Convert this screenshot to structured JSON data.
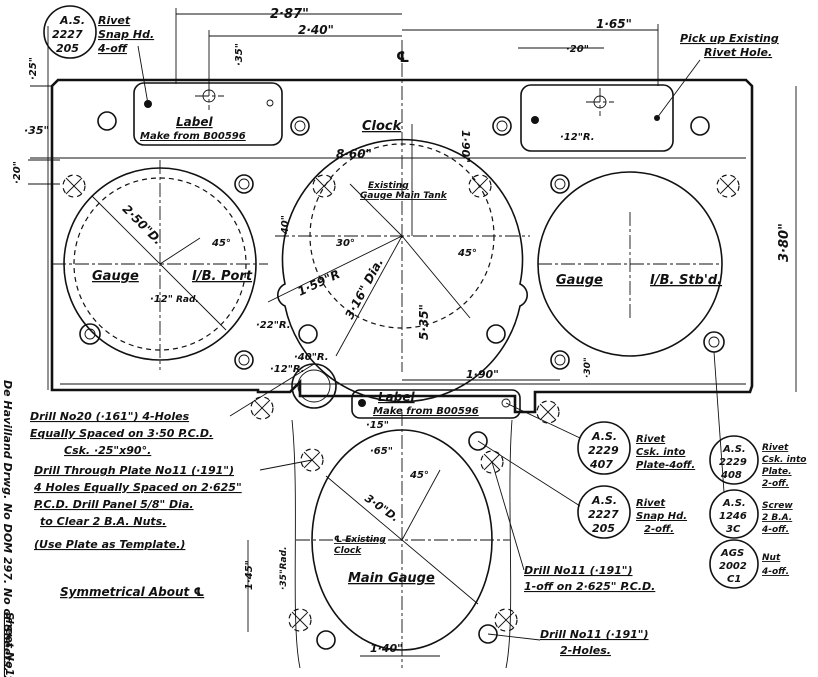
{
  "colors": {
    "ink": "#111111",
    "paper": "#ffffff"
  },
  "dims": {
    "top_overall": "2·87\"",
    "top_inner": "2·40\"",
    "top_right": "1·65\"",
    "top_right_small": "·20\"",
    "left_35_top": "·35\"",
    "left_25": "·25\"",
    "left_35": "·35\"",
    "left_20": "·20\"",
    "label_12r": "·12\"R.",
    "clock_860": "8·60\"",
    "clock_190": "1·90\"",
    "gauge_250d": "2·50\"D.",
    "gauge_45": "45°",
    "gauge_12": "·12\"",
    "gauge_rad": "Rad.",
    "clock_40": "·40\"",
    "clock_30": "30°",
    "clock_45": "45°",
    "radius_159": "1·59\"R",
    "dia_316": "3·16\" Dia.",
    "clock_535": "5·35\"",
    "right_380": "3·80\"",
    "r22": "·22\"R.",
    "r40": "·40\"R.",
    "r12": "·12\"R.",
    "bottom_190": "1·90\"",
    "right_30": "·30\"",
    "main_15": "·15\"",
    "main_65": "·65\"",
    "main_45": "45°",
    "main_30d": "3·0\"D.",
    "main_145": "1·45\"",
    "main_35rad": "·35\"Rad.",
    "main_140": "1·40\""
  },
  "labels": {
    "as_top": [
      "A.S.",
      "2227",
      "205"
    ],
    "rivet_top": [
      "Rivet",
      "Snap Hd.",
      "4-off"
    ],
    "pickup": [
      "Pick up Existing",
      "Rivet Hole."
    ],
    "label_top_1": "Label",
    "label_top_2": "Make from B00596",
    "clock": "Clock",
    "existing_gauge": [
      "Existing",
      "Gauge Main Tank"
    ],
    "gauge_left": "Gauge",
    "port": "I/B. Port",
    "gauge_right": "Gauge",
    "stbd": "I/B. Stb'd.",
    "label_mid_1": "Label",
    "label_mid_2": "Make from B00596",
    "existing_clock": [
      "℄ Existing",
      "Clock"
    ],
    "main_gauge": "Main  Gauge",
    "centreline": "℄"
  },
  "notes": {
    "drill20": [
      "Drill No20 (·161\") 4-Holes",
      "Equally Spaced on 3·50 P.C.D.",
      "Csk. ·25\"x90°."
    ],
    "drill_through": [
      "Drill Through Plate No11 (·191\")",
      "4 Holes Equally Spaced on 2·625\"",
      "P.C.D. Drill Panel 5/8\" Dia.",
      "to Clear 2 B.A. Nuts."
    ],
    "use_plate": "(Use Plate as Template.)",
    "symmetrical": "Symmetrical About ℄",
    "drill11_one": [
      "Drill No11 (·191\")",
      "1-off on 2·625\" P.C.D."
    ],
    "drill11_two": [
      "Drill No11 (·191\")",
      "2-Holes."
    ]
  },
  "callouts": {
    "as2229_407": [
      "A.S.",
      "2229",
      "407"
    ],
    "rivet_csk": [
      "Rivet",
      "Csk. into",
      "Plate-4off."
    ],
    "as2227_205": [
      "A.S.",
      "2227",
      "205"
    ],
    "rivet_snap": [
      "Rivet",
      "Snap Hd.",
      "2-off."
    ],
    "as2229_408": [
      "A.S.",
      "2229",
      "408"
    ],
    "rivet_csk2": [
      "Rivet",
      "Csk. into",
      "Plate.",
      "2-off."
    ],
    "as1246": [
      "A.S.",
      "1246",
      "3C"
    ],
    "screw": [
      "Screw",
      "2 B.A.",
      "4-off."
    ],
    "ags2002": [
      "AGS",
      "2002",
      "C1"
    ],
    "nut": [
      "Nut",
      "4-off."
    ]
  },
  "side_text": {
    "dh_drawing": "De Havilland Drwg. No DOM 297. No of Sheets. 2",
    "sheet": "Sheet No1"
  }
}
